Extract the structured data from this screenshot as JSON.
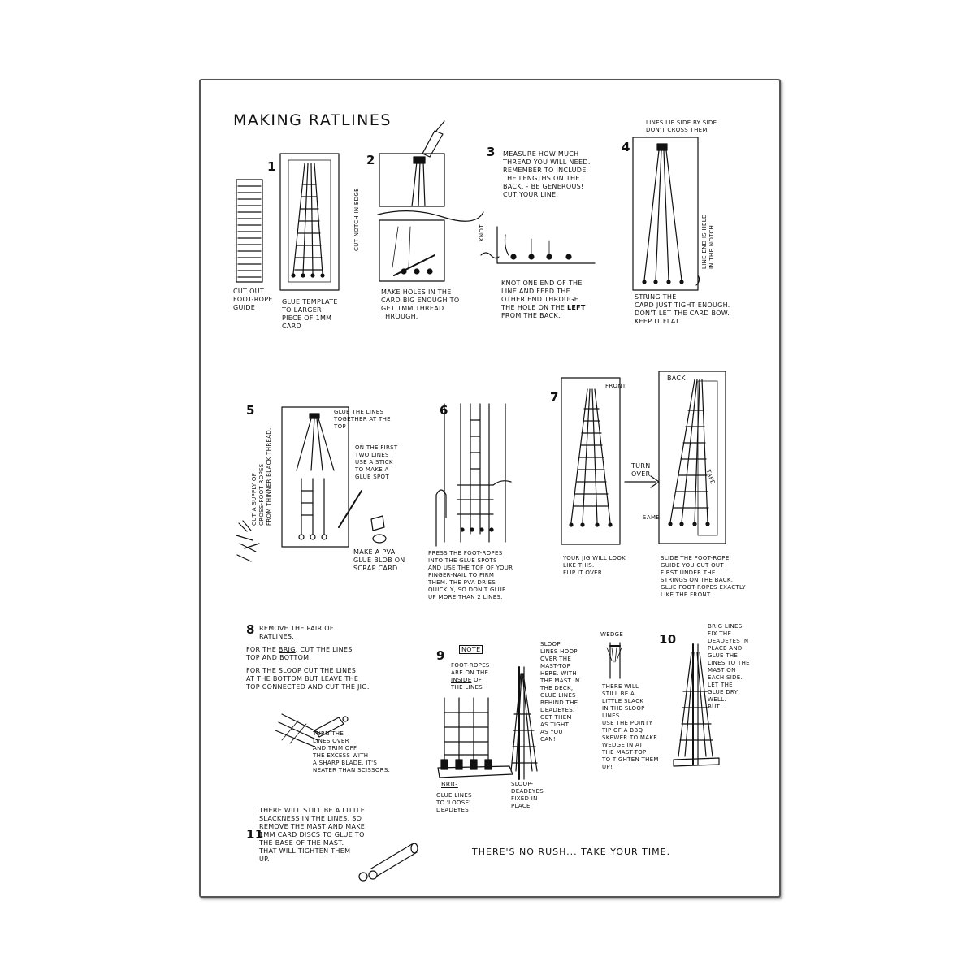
{
  "page": {
    "title": "MAKING RATLINES",
    "footer": "THERE'S NO RUSH... TAKE YOUR TIME."
  },
  "steps": {
    "s1": {
      "number": "1",
      "caption_a": "CUT OUT\nFOOT-ROPE\nGUIDE",
      "caption_b": "GLUE TEMPLATE\nTO LARGER\nPIECE OF 1MM\nCARD",
      "side_note": "CUT NOTCH IN EDGE"
    },
    "s2": {
      "number": "2",
      "caption": "MAKE HOLES IN THE\nCARD BIG ENOUGH TO\nGET 1MM THREAD\nTHROUGH."
    },
    "s3": {
      "number": "3",
      "text": "MEASURE HOW MUCH\nTHREAD YOU WILL NEED.\nREMEMBER TO INCLUDE\nTHE LENGTHS ON THE\nBACK. - BE GENEROUS!\nCUT YOUR LINE.",
      "knot_label": "KNOT",
      "caption_pre": "KNOT ONE END OF THE\nLINE AND FEED THE\nOTHER END THROUGH\nTHE HOLE ON THE ",
      "caption_left": "LEFT",
      "caption_post": "\nFROM THE BACK."
    },
    "s4": {
      "number": "4",
      "top_note": "LINES LIE SIDE BY SIDE.\nDON'T CROSS THEM",
      "side_note": "LINE END IS HELD\nIN THE NOTCH",
      "caption": "STRING THE\nCARD JUST TIGHT ENOUGH.\nDON'T LET THE CARD BOW.\nKEEP IT FLAT."
    },
    "s5": {
      "number": "5",
      "side_note": "CUT A SUPPLY OF\nCROSS-FOOT ROPES\nFROM THINNER BLACK THREAD.",
      "note_top": "GLUE THE LINES\nTOGETHER AT THE\nTOP",
      "note_mid": "ON THE FIRST\nTWO LINES\nUSE A STICK\nTO MAKE A\nGLUE SPOT",
      "caption": "MAKE A PVA\nGLUE BLOB ON\nSCRAP CARD"
    },
    "s6": {
      "number": "6",
      "caption": "PRESS THE FOOT-ROPES\nINTO THE GLUE SPOTS\nAND USE THE TOP OF YOUR\nFINGER-NAIL TO FIRM\nTHEM. THE PVA DRIES\nQUICKLY, SO DON'T GLUE\nUP MORE THAN 2 LINES."
    },
    "s7": {
      "number": "7",
      "front": "FRONT",
      "back": "BACK",
      "tape": "TAPE",
      "turn_over": "TURN\nOVER",
      "same": "SAME",
      "caption_a": "YOUR JIG WILL LOOK\nLIKE THIS.\nFLIP IT OVER.",
      "caption_b": "SLIDE THE FOOT-ROPE\nGUIDE YOU CUT OUT\nFIRST UNDER THE\nSTRINGS ON THE BACK.\nGLUE FOOT-ROPES EXACTLY\nLIKE THE FRONT."
    },
    "s8": {
      "number": "8",
      "line1": "REMOVE THE PAIR OF\nRATLINES.",
      "line2a": "FOR THE ",
      "line2b": "BRIG",
      "line2c": ", CUT THE LINES\nTOP AND BOTTOM.",
      "line3a": "FOR THE ",
      "line3b": "SLOOP",
      "line3c": " CUT THE LINES\nAT THE BOTTOM BUT LEAVE THE\nTOP CONNECTED AND CUT THE JIG.",
      "trim_note": "TURN THE\nLINES OVER\nAND TRIM OFF\nTHE EXCESS WITH\nA SHARP BLADE. IT'S\nNEATER THAN SCISSORS."
    },
    "s9": {
      "number": "9",
      "note_label": "NOTE",
      "note_a": "FOOT-ROPES\nARE ON THE\n",
      "note_inside": "INSIDE",
      "note_b": " OF\nTHE LINES",
      "sloop_note": "SLOOP\nLINES HOOP\nOVER THE\nMAST-TOP\nHERE. WITH\nTHE MAST IN\nTHE DECK,\nGLUE LINES\nBEHIND THE\nDEADEYES.\nGET THEM\nAS TIGHT\nAS YOU\nCAN!",
      "wedge": "WEDGE",
      "wedge_note": "THERE WILL\nSTILL BE A\nLITTLE SLACK\nIN THE SLOOP\nLINES.\nUSE THE POINTY\nTIP OF A BBQ\nSKEWER TO MAKE\nWEDGE IN AT\nTHE MAST-TOP\nTO TIGHTEN THEM\nUP!",
      "brig_label": "BRIG",
      "brig_caption": "GLUE LINES\nTO 'LOOSE'\nDEADEYES",
      "sloop_caption": "SLOOP-\nDEADEYES\nFIXED IN\nPLACE"
    },
    "s10": {
      "number": "10",
      "text": "BRIG LINES.\nFIX THE\nDEADEYES IN\nPLACE AND\nGLUE THE\nLINES TO THE\nMAST ON\nEACH SIDE.\nLET THE\nGLUE DRY\nWELL.\nBUT..."
    },
    "s11": {
      "number": "11",
      "text": "THERE WILL STILL BE A LITTLE\nSLACKNESS IN THE LINES, SO\nREMOVE THE MAST AND MAKE\n1MM CARD DISCS TO GLUE TO\nTHE BASE OF THE MAST.\nTHAT WILL TIGHTEN THEM\nUP."
    }
  }
}
